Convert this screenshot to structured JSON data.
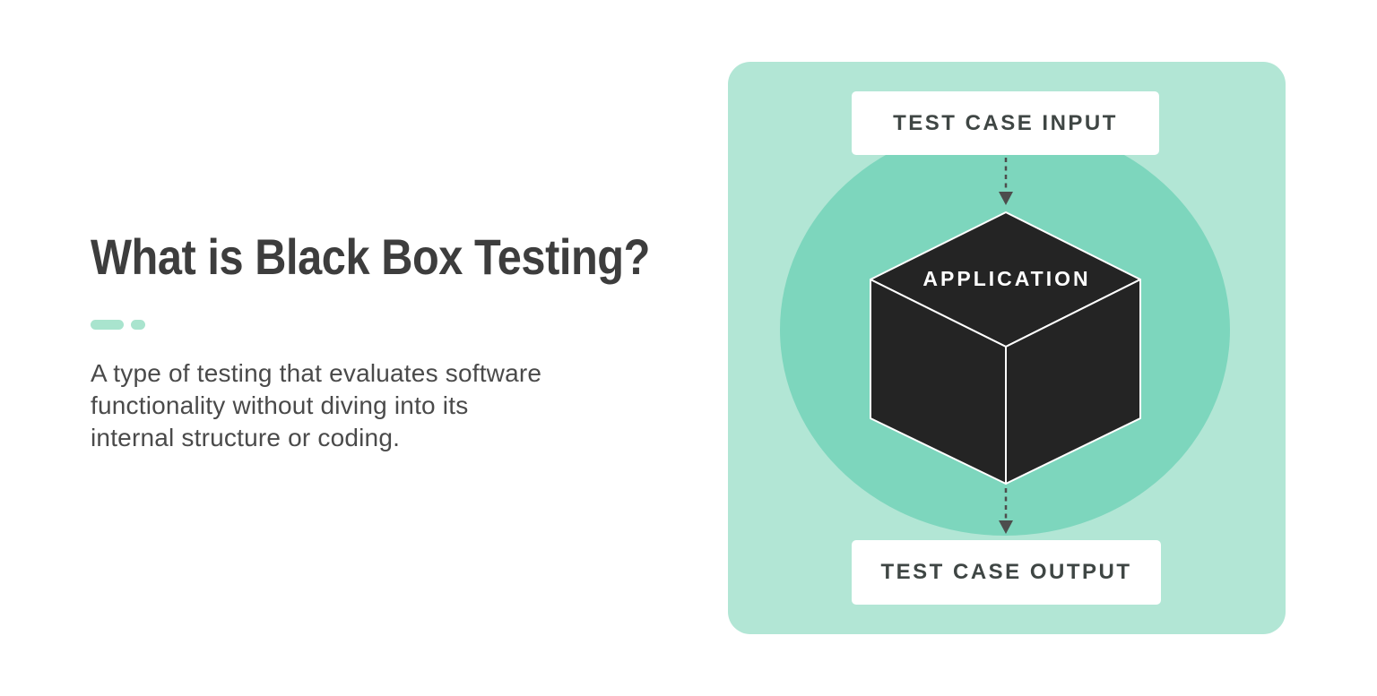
{
  "content": {
    "title": "What is Black Box Testing?",
    "description_lines": [
      "A type of testing that evaluates software",
      "functionality without diving into its",
      "internal structure or coding."
    ]
  },
  "diagram": {
    "input_label": "TEST CASE INPUT",
    "box_label": "APPLICATION",
    "output_label": "TEST CASE OUTPUT",
    "colors": {
      "page_bg": "#ffffff",
      "panel_bg": "#b2e6d5",
      "circle": "#7dd6bd",
      "cube": "#242424",
      "cube_edge": "#ffffff",
      "arrow": "#4d4d4d",
      "label_box_bg": "#ffffff",
      "label_text": "#3f4644",
      "application_text": "#ffffff",
      "title_text": "#3d3d3d",
      "body_text": "#4a4a4a",
      "accent_dash": "#a9e4ce"
    }
  }
}
